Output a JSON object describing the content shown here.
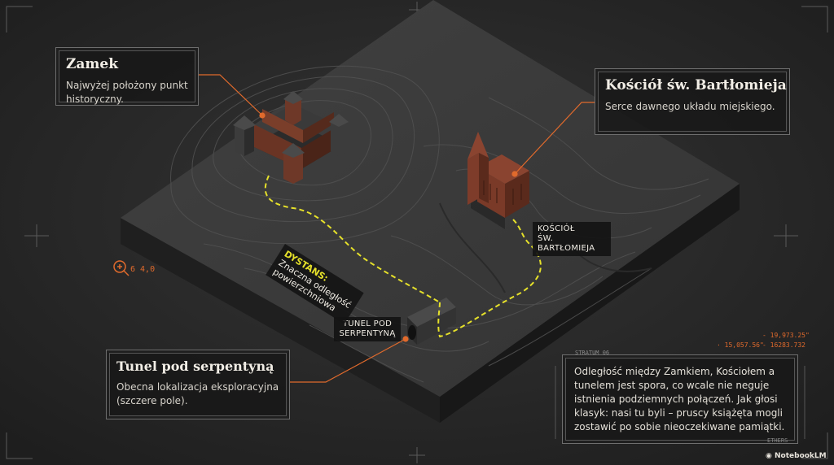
{
  "cards": {
    "zamek": {
      "title": "Zamek",
      "text": "Najwyżej położony punkt historyczny."
    },
    "kosciol": {
      "title": "Kościół św. Bartłomieja",
      "text": "Serce dawnego układu miejskiego."
    },
    "tunel": {
      "title": "Tunel pod serpentyną",
      "text": "Obecna lokalizacja eksploracyjna (szczere pole)."
    },
    "info": {
      "text": "Odległość między Zamkiem, Kościołem a tunelem jest spora, co wcale nie neguje istnienia podziemnych połączeń. Jak głosi klasyk: nasi tu byli – pruscy książęta mogli zostawić po sobie nieoczekiwane pamiątki."
    }
  },
  "tags": {
    "kosciol_line1": "KOŚCIÓŁ",
    "kosciol_line2": "ŚW. BARTŁOMIEJA",
    "tunel_line1": "TUNEL POD",
    "tunel_line2": "SERPENTYNĄ"
  },
  "distance": {
    "key": "DYSTANS:",
    "line1": "Znaczna odległość",
    "line2": "powierzchniowa"
  },
  "hud": {
    "zoom": "6 4,0",
    "coord_a": "· 15,057.56\"",
    "coord_b": "- 19,973.25\"",
    "coord_c": "- 16283.732",
    "info_tag": "STRATUM 06",
    "info_tag2": "ETHERS",
    "brand": "NotebookLM"
  },
  "colors": {
    "accent": "#e06a2c",
    "path": "#e6e12a",
    "terrain": "#3a3a3a",
    "brick": "#7a3a28"
  },
  "icons": {
    "zoom": "magnifier-plus-icon",
    "brand": "notebook-logo-icon"
  }
}
